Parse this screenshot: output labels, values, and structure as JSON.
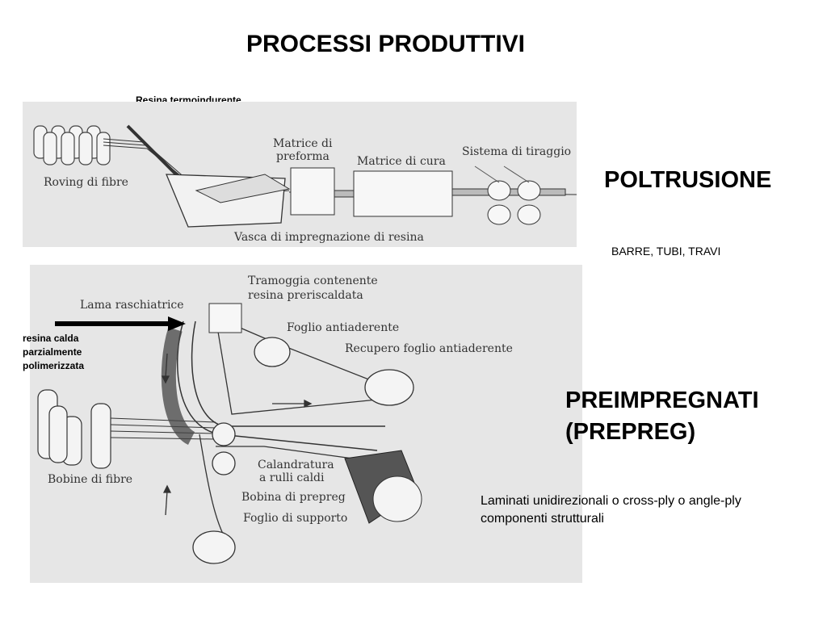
{
  "title": "PROCESSI PRODUTTIVI",
  "pultrusion": {
    "heading": "POLTRUSIONE",
    "products": "BARRE, TUBI, TRAVI",
    "resin_label": "Resina termoindurente",
    "labels": {
      "roving": "Roving di fibre",
      "preform_l1": "Matrice di",
      "preform_l2": "preforma",
      "cure": "Matrice di cura",
      "pull": "Sistema di tiraggio",
      "tank": "Vasca di impregnazione di resina"
    }
  },
  "prepreg": {
    "heading_l1": "PREIMPREGNATI",
    "heading_l2": "(PREPREG)",
    "desc_l1": "Laminati unidirezionali o cross-ply o angle-ply",
    "desc_l2": "componenti strutturali",
    "arrow_label_l1": "resina calda",
    "arrow_label_l2": "parzialmente",
    "arrow_label_l3": "polimerizzata",
    "labels": {
      "blade": "Lama raschiatrice",
      "hopper_l1": "Tramoggia contenente",
      "hopper_l2": "resina preriscaldata",
      "release": "Foglio antiaderente",
      "recovery": "Recupero foglio antiaderente",
      "bobbins": "Bobine di fibre",
      "calender_l1": "Calandratura",
      "calender_l2": "a rulli caldi",
      "coil": "Bobina di prepreg",
      "support": "Foglio di supporto"
    }
  }
}
